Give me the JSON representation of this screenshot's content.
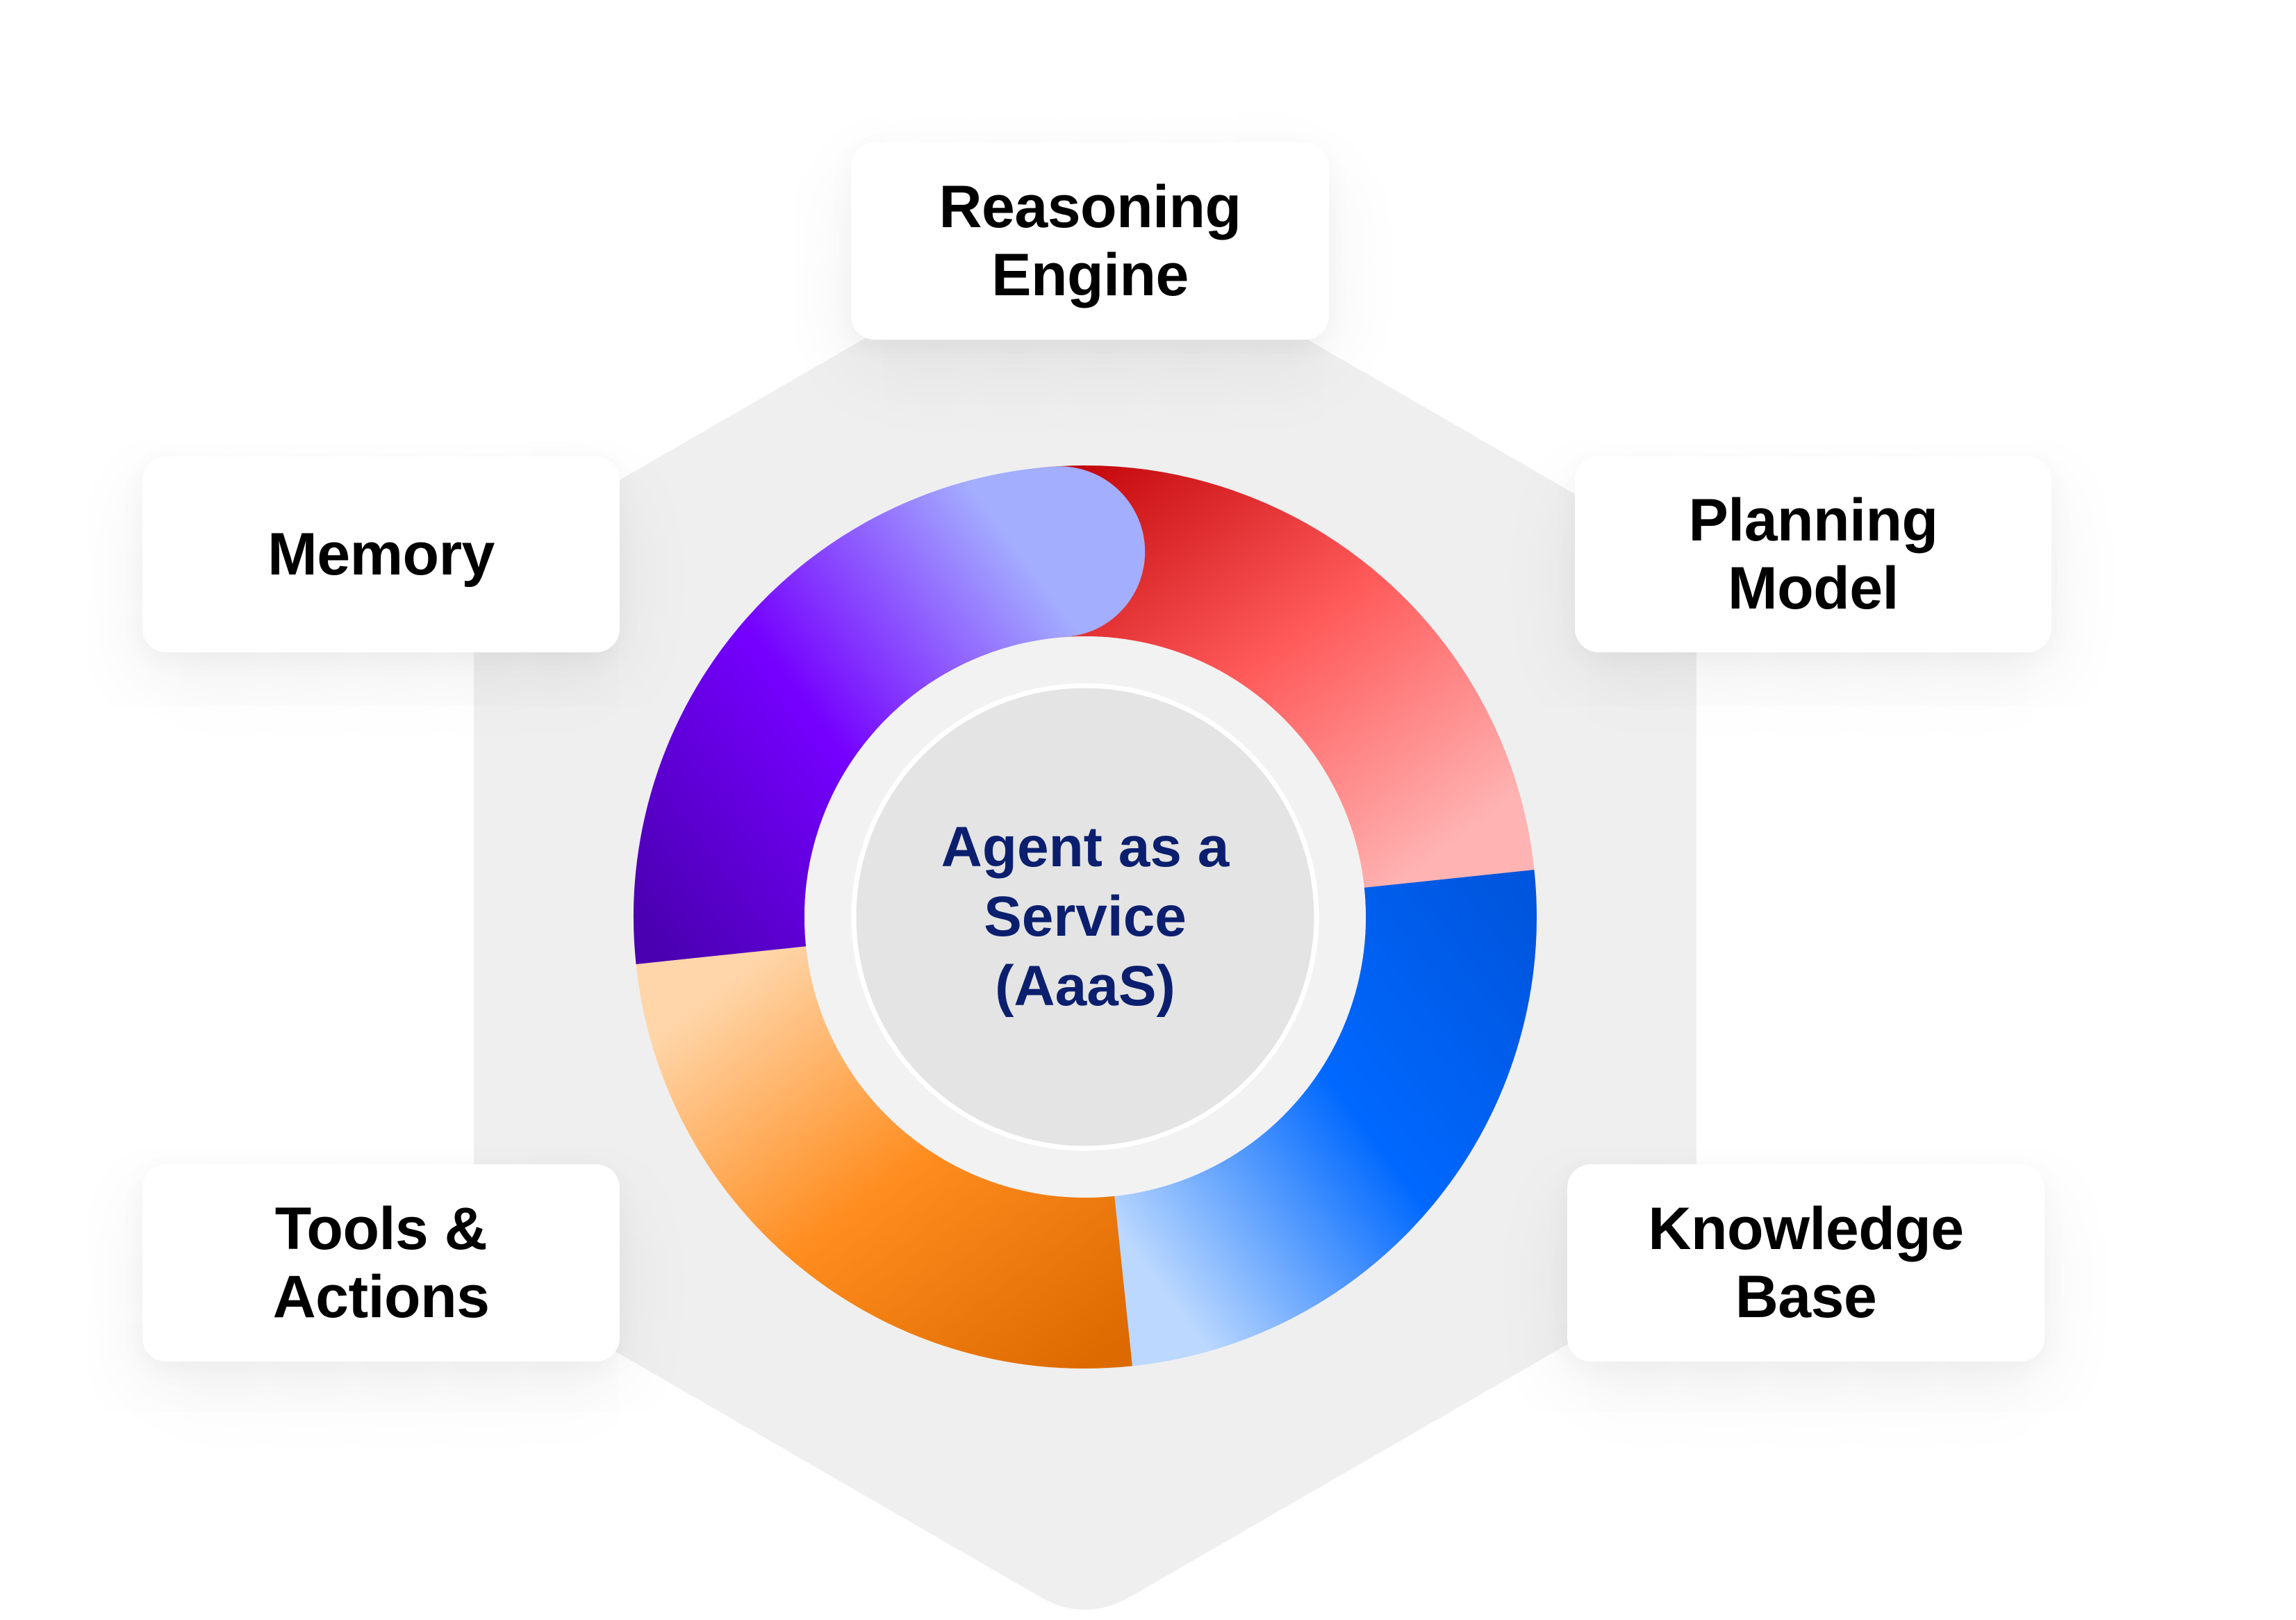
{
  "diagram": {
    "center": {
      "label": "Agent as a\nService\n(AaaS)",
      "text_color": "#0b1f6e"
    },
    "components": [
      {
        "id": "reasoning",
        "label": "Reasoning\nEngine"
      },
      {
        "id": "planning",
        "label": "Planning\nModel"
      },
      {
        "id": "knowledge",
        "label": "Knowledge\nBase"
      },
      {
        "id": "tools",
        "label": "Tools &\nActions"
      },
      {
        "id": "memory",
        "label": "Memory"
      }
    ],
    "ring_segments": [
      {
        "name": "red",
        "colors": [
          "#c4080c",
          "#ff5a5a",
          "#ffb3b3"
        ]
      },
      {
        "name": "blue",
        "colors": [
          "#0055dd",
          "#0068ff",
          "#bcd8ff"
        ]
      },
      {
        "name": "orange",
        "colors": [
          "#dd6a00",
          "#ff8c1e",
          "#ffd6aa"
        ]
      },
      {
        "name": "purple",
        "colors": [
          "#4a00b0",
          "#7500ff",
          "#a4aeff"
        ]
      }
    ],
    "background_colors": {
      "hexagon": "#efefef",
      "inner_gap": "#f2f2f2",
      "center_disc": "#e4e4e4"
    }
  }
}
